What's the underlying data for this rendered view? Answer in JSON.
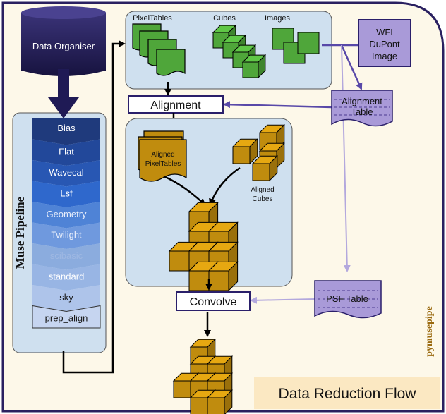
{
  "title": "Data Reduction Flow",
  "side_label": "pymusepipe",
  "pipeline": {
    "label": "Muse Pipeline",
    "steps": [
      {
        "name": "Bias",
        "color": "#1f3a7c",
        "text": "#ffffff"
      },
      {
        "name": "Flat",
        "color": "#22489a",
        "text": "#ffffff"
      },
      {
        "name": "Wavecal",
        "color": "#2857b3",
        "text": "#ffffff"
      },
      {
        "name": "Lsf",
        "color": "#2f68cc",
        "text": "#ffffff"
      },
      {
        "name": "Geometry",
        "color": "#4f83d6",
        "text": "#e8eefb"
      },
      {
        "name": "Twilight",
        "color": "#6f99de",
        "text": "#e8eefb"
      },
      {
        "name": "scibasic",
        "color": "#8bacde",
        "text": "#9fb8e2"
      },
      {
        "name": "standard",
        "color": "#98b5e4",
        "text": "#ffffff"
      },
      {
        "name": "sky",
        "color": "#aec4ea",
        "text": "#1a1a1a"
      },
      {
        "name": "prep_align",
        "color": "#c6d5f0",
        "text": "#1a1a1a"
      }
    ]
  },
  "organiser": {
    "label": "Data Organiser"
  },
  "inputs": {
    "pixtables": "PixelTables",
    "cubes": "Cubes",
    "images": "Images"
  },
  "wfi": {
    "line1": "WFI",
    "line2": "DuPont",
    "line3": "Image"
  },
  "alignment": {
    "label": "Alignment"
  },
  "alignment_table": {
    "line1": "Alignment",
    "line2": "Table"
  },
  "aligned": {
    "pix_line1": "Aligned",
    "pix_line2": "PixelTables",
    "cubes_line1": "Aligned",
    "cubes_line2": "Cubes"
  },
  "convolve": {
    "label": "Convolve"
  },
  "psf_table": {
    "label": "PSF Table"
  },
  "colors": {
    "panel": "#cfe0ef",
    "frame": "#fdf8e9",
    "frame_edge": "#2a2060",
    "gold": "#c08c0e",
    "green": "#4fa63a",
    "purple": "#a99ad8",
    "purple_edge": "#4b3a8f",
    "arrow_purple": "#5848a8",
    "arrow_lilac": "#b3a8dd",
    "organiser": "#1f1a55"
  }
}
